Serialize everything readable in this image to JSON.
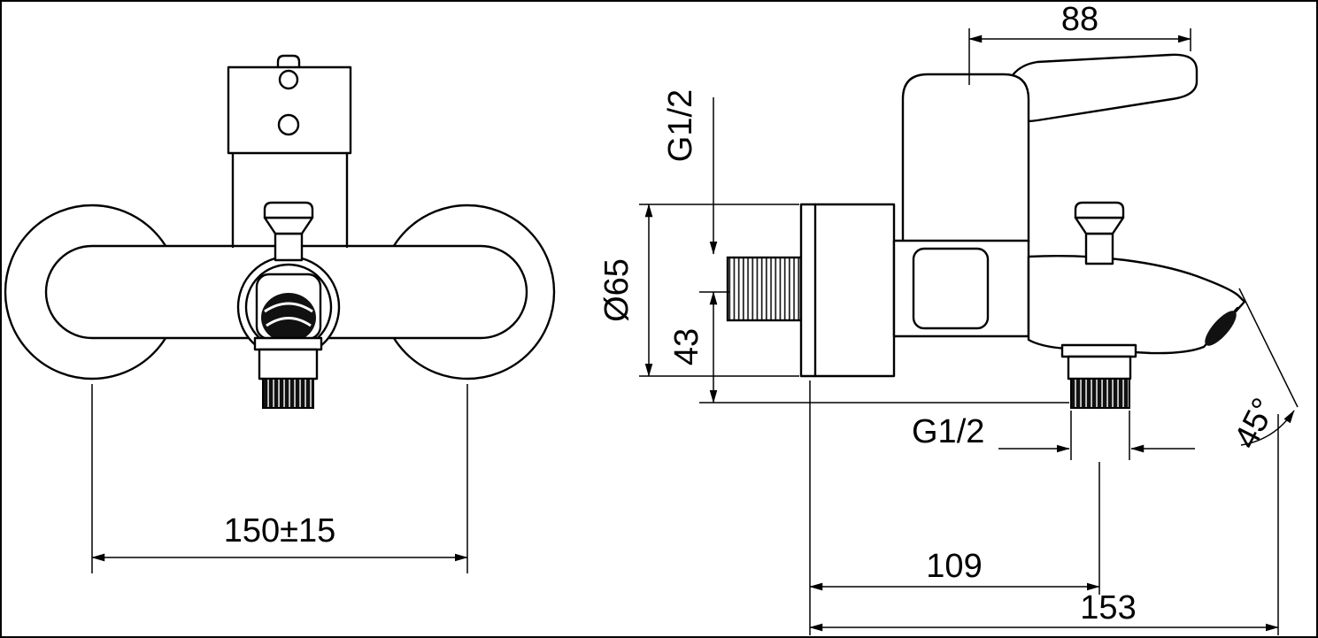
{
  "drawing": {
    "front": {
      "mounting_distance": "150±15"
    },
    "side": {
      "lever_length": "88",
      "inlet_thread": "G1/2",
      "escutcheon_diameter": "Ø65",
      "inlet_to_outlet_offset": "43",
      "outlet_thread": "G1/2",
      "spout_angle": "45°",
      "wall_to_outlet": "109",
      "wall_to_spout_tip": "153"
    },
    "colors": {
      "line": "#000000",
      "background": "#ffffff"
    }
  }
}
